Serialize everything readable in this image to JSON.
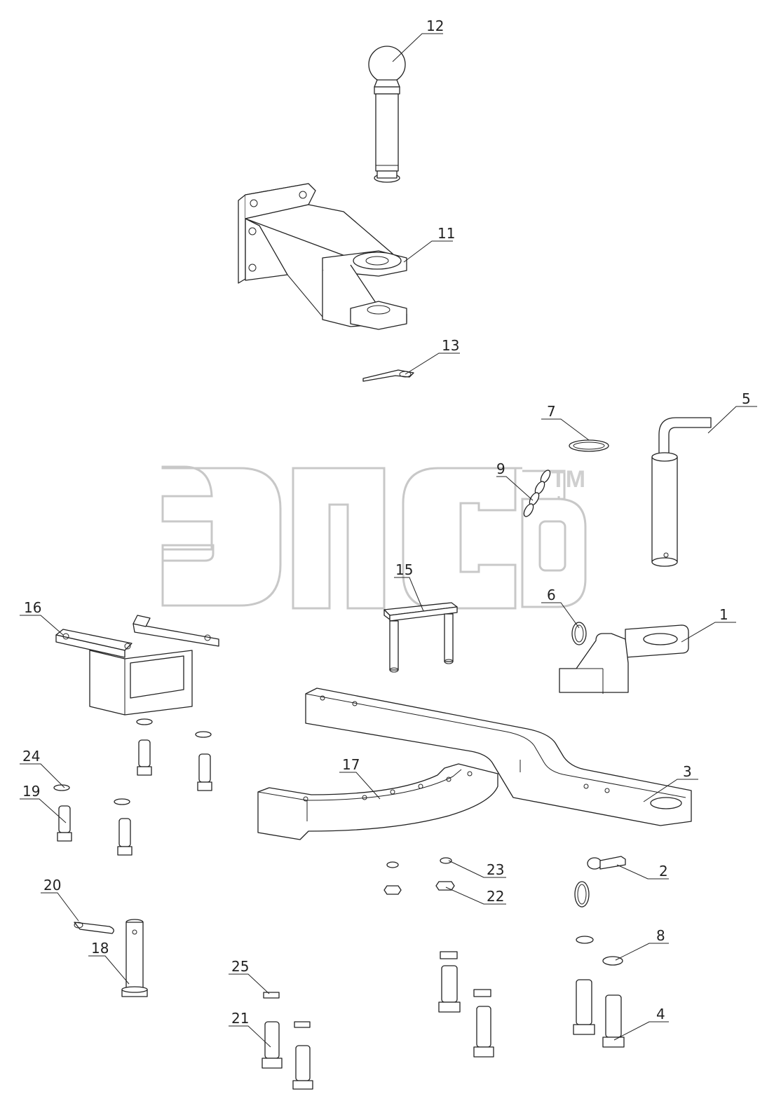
{
  "watermark": {
    "logo_text": "ЭПСБ",
    "trademark": "TM",
    "color": "#c8c8c8"
  },
  "callouts": [
    {
      "id": "c12",
      "label": "12"
    },
    {
      "id": "c11",
      "label": "11"
    },
    {
      "id": "c13",
      "label": "13"
    },
    {
      "id": "c7",
      "label": "7"
    },
    {
      "id": "c5",
      "label": "5"
    },
    {
      "id": "c9",
      "label": "9"
    },
    {
      "id": "c15",
      "label": "15"
    },
    {
      "id": "c16",
      "label": "16"
    },
    {
      "id": "c6",
      "label": "6"
    },
    {
      "id": "c1",
      "label": "1"
    },
    {
      "id": "c3",
      "label": "3"
    },
    {
      "id": "c24",
      "label": "24"
    },
    {
      "id": "c19",
      "label": "19"
    },
    {
      "id": "c17",
      "label": "17"
    },
    {
      "id": "c23",
      "label": "23"
    },
    {
      "id": "c22",
      "label": "22"
    },
    {
      "id": "c2",
      "label": "2"
    },
    {
      "id": "c20",
      "label": "20"
    },
    {
      "id": "c18",
      "label": "18"
    },
    {
      "id": "c8",
      "label": "8"
    },
    {
      "id": "c25",
      "label": "25"
    },
    {
      "id": "c4",
      "label": "4"
    },
    {
      "id": "c21",
      "label": "21"
    }
  ],
  "line_color": "#222222"
}
